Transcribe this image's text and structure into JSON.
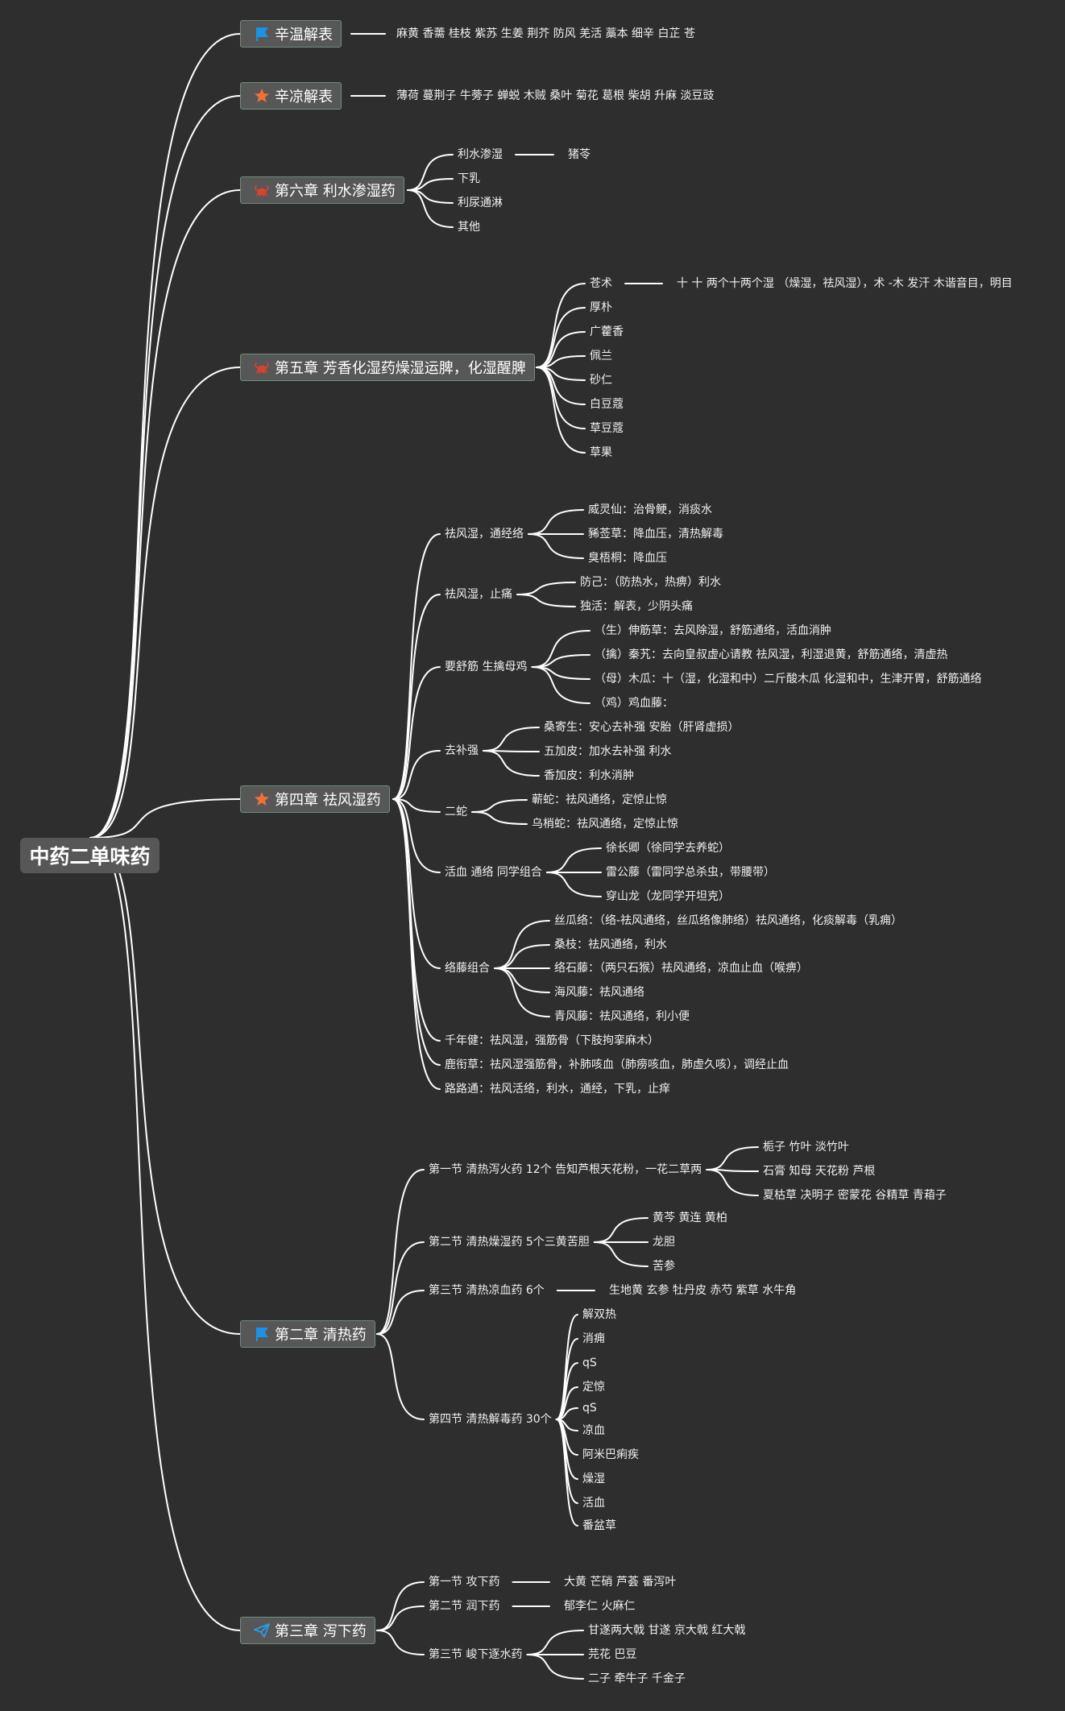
{
  "root": {
    "label": "中药二单味药"
  },
  "chapters": [
    {
      "label": "辛温解表",
      "icon": "flag-icon",
      "color": "#1e90e6",
      "children": [
        {
          "label": "麻黄 香薷 桂枝 紫苏 生姜 荆芥 防风 羌活 藁本 细辛 白芷 苍"
        }
      ]
    },
    {
      "label": "辛凉解表",
      "icon": "star-icon",
      "color": "#f07038",
      "children": [
        {
          "label": "薄荷 蔓荆子 牛蒡子 蝉蜕 木贼 桑叶 菊花 葛根 柴胡 升麻 淡豆豉"
        }
      ]
    },
    {
      "label": "第六章 利水渗湿药",
      "icon": "crab-icon",
      "color": "#d8432e",
      "children": [
        {
          "label": "利水渗湿",
          "children": [
            {
              "label": "猪苓"
            }
          ]
        },
        {
          "label": "下乳"
        },
        {
          "label": "利尿通淋"
        },
        {
          "label": "其他"
        }
      ]
    },
    {
      "label": "第五章 芳香化湿药燥湿运脾，化湿醒脾",
      "icon": "crab-icon",
      "color": "#d8432e",
      "children": [
        {
          "label": "苍术",
          "children": [
            {
              "label": "十 十 两个十两个湿 （燥湿，祛风湿），术 -木 发汗 木谐音目，明目"
            }
          ]
        },
        {
          "label": "厚朴"
        },
        {
          "label": "广藿香"
        },
        {
          "label": "佩兰"
        },
        {
          "label": "砂仁"
        },
        {
          "label": "白豆蔻"
        },
        {
          "label": "草豆蔻"
        },
        {
          "label": "草果"
        }
      ]
    },
    {
      "label": "第四章 祛风湿药",
      "icon": "star-icon",
      "color": "#f07038",
      "children": [
        {
          "label": "祛风湿，通经络",
          "children": [
            {
              "label": "威灵仙：治骨鲠，消痰水"
            },
            {
              "label": "豨莶草：降血压，清热解毒"
            },
            {
              "label": "臭梧桐：降血压"
            }
          ]
        },
        {
          "label": "祛风湿，止痛",
          "children": [
            {
              "label": "防己：（防热水，热痹）利水"
            },
            {
              "label": "独活：解表，少阴头痛"
            }
          ]
        },
        {
          "label": "要舒筋 生擒母鸡",
          "children": [
            {
              "label": "（生）伸筋草：去风除湿，舒筋通络，活血消肿"
            },
            {
              "label": "（擒）秦艽：去向皇叔虚心请教 祛风湿，利湿退黄，舒筋通络，清虚热"
            },
            {
              "label": "（母）木瓜：十（湿，化湿和中）二斤酸木瓜 化湿和中，生津开胃，舒筋通络"
            },
            {
              "label": "（鸡）鸡血藤："
            }
          ]
        },
        {
          "label": "去补强",
          "children": [
            {
              "label": "桑寄生：安心去补强 安胎（肝肾虚损）"
            },
            {
              "label": "五加皮：加水去补强 利水"
            },
            {
              "label": "香加皮：利水消肿"
            }
          ]
        },
        {
          "label": "二蛇",
          "children": [
            {
              "label": "蕲蛇：祛风通络，定惊止惊"
            },
            {
              "label": "乌梢蛇：祛风通络，定惊止惊"
            }
          ]
        },
        {
          "label": "活血 通络 同学组合",
          "children": [
            {
              "label": "徐长卿（徐同学去养蛇）"
            },
            {
              "label": "雷公藤（雷同学总杀虫，带腰带）"
            },
            {
              "label": "穿山龙（龙同学开坦克）"
            }
          ]
        },
        {
          "label": "络藤组合",
          "children": [
            {
              "label": "丝瓜络：（络-祛风通络，丝瓜络像肺络）祛风通络，化痰解毒（乳痈）"
            },
            {
              "label": "桑枝：祛风通络，利水"
            },
            {
              "label": "络石藤：（两只石猴）祛风通络，凉血止血（喉痹）"
            },
            {
              "label": "海风藤：祛风通络"
            },
            {
              "label": "青风藤：祛风通络，利小便"
            }
          ]
        },
        {
          "label": "千年健：祛风湿，强筋骨（下肢拘挛麻木）"
        },
        {
          "label": "鹿衔草：祛风湿强筋骨，补肺咳血（肺痨咳血，肺虚久咳），调经止血"
        },
        {
          "label": "路路通：祛风活络，利水，通经，下乳，止痒"
        }
      ]
    },
    {
      "label": "第二章 清热药",
      "icon": "flag-icon",
      "color": "#1e90e6",
      "children": [
        {
          "label": "第一节 清热泻火药 12个 告知芦根天花粉，一花二草两",
          "children": [
            {
              "label": "栀子 竹叶 淡竹叶"
            },
            {
              "label": "石膏 知母 天花粉 芦根"
            },
            {
              "label": "夏枯草 决明子 密蒙花 谷精草 青葙子"
            }
          ]
        },
        {
          "label": "第二节 清热燥湿药 5个三黄苦胆",
          "children": [
            {
              "label": "黄芩 黄连 黄柏"
            },
            {
              "label": "龙胆"
            },
            {
              "label": "苦参"
            }
          ]
        },
        {
          "label": "第三节 清热凉血药 6个",
          "children": [
            {
              "label": "生地黄 玄参 牡丹皮 赤芍 紫草 水牛角"
            }
          ]
        },
        {
          "label": "第四节 清热解毒药 30个",
          "children": [
            {
              "label": "解双热"
            },
            {
              "label": "消痈"
            },
            {
              "label": "qS"
            },
            {
              "label": "定惊"
            },
            {
              "label": "qS"
            },
            {
              "label": "凉血"
            },
            {
              "label": "阿米巴痢疾"
            },
            {
              "label": "燥湿"
            },
            {
              "label": "活血"
            },
            {
              "label": "番盆草"
            }
          ]
        }
      ]
    },
    {
      "label": "第三章 泻下药",
      "icon": "paper-plane-icon",
      "color": "#2a9be8",
      "children": [
        {
          "label": "第一节 攻下药",
          "children": [
            {
              "label": "大黄 芒硝 芦荟 番泻叶"
            }
          ]
        },
        {
          "label": "第二节 润下药",
          "children": [
            {
              "label": "郁李仁 火麻仁"
            }
          ]
        },
        {
          "label": "第三节 峻下逐水药",
          "children": [
            {
              "label": "甘遂两大戟 甘遂 京大戟 红大戟"
            },
            {
              "label": "芫花 巴豆"
            },
            {
              "label": "二子 牵牛子 千金子"
            }
          ]
        }
      ]
    }
  ]
}
